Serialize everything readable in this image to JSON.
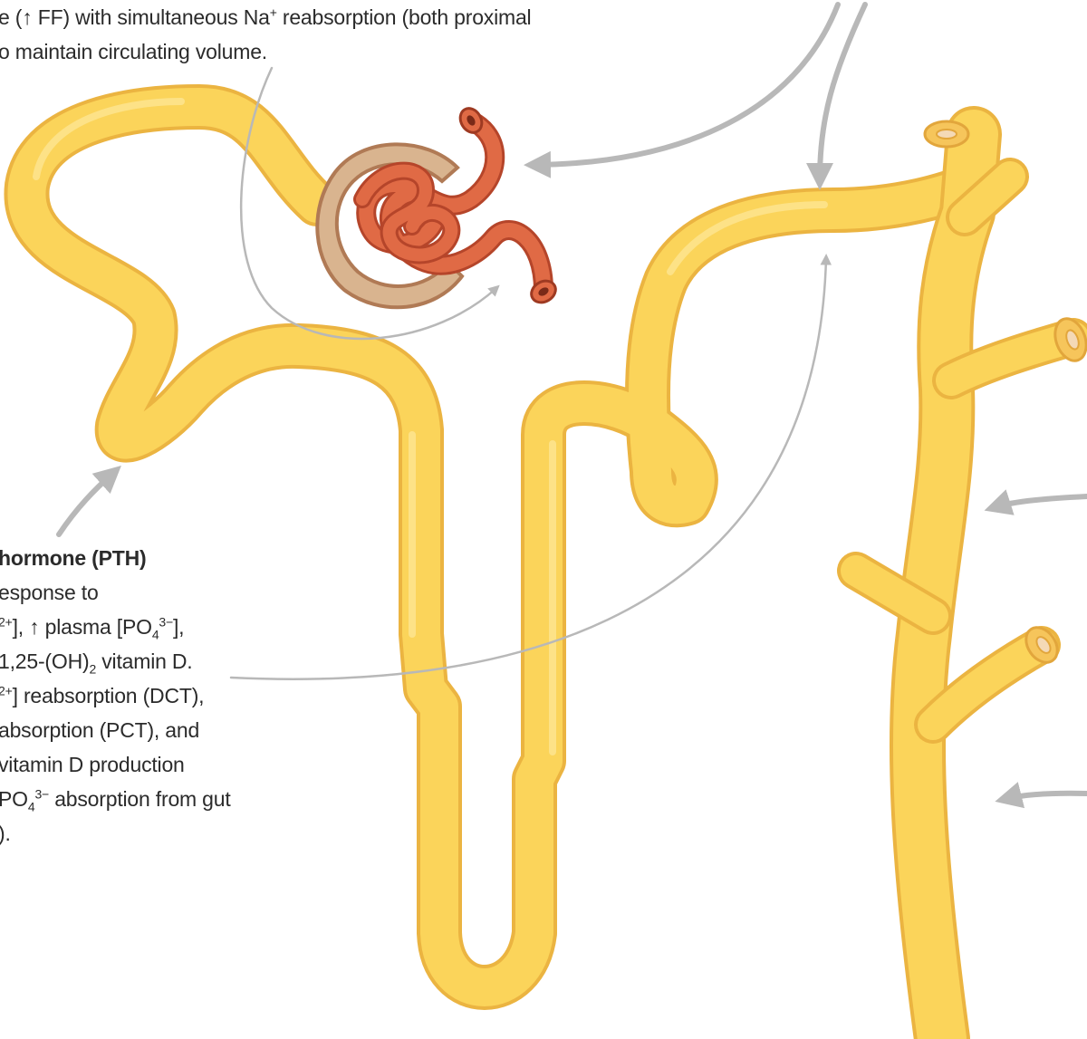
{
  "colors": {
    "tubule_fill": "#fbd45a",
    "tubule_outline": "#ebb441",
    "tubule_highlight": "#fde89a",
    "glomerulus": "#e06a45",
    "glomerulus_dark": "#b5452a",
    "capsule": "#d9b48f",
    "capsule_dark": "#b07a55",
    "arrow": "#b8b8b8",
    "text": "#2b2b2b"
  },
  "top_note": {
    "line1_a": "e (",
    "line1_arrow": "↑",
    "line1_b": " FF) with simultaneous Na",
    "line1_sup": "+",
    "line1_c": " reabsorption (both proximal",
    "line2": "o maintain circulating volume."
  },
  "pth_note": {
    "title": "hormone (PTH)",
    "line1": "esponse to",
    "line2_sup": "2+",
    "line2_a": "], ",
    "line2_arrow": "↑",
    "line2_b": " plasma [PO",
    "line2_sub": "4",
    "line2_sup2": "3−",
    "line2_c": "],",
    "line3_a": "1,25-(OH)",
    "line3_sub": "2",
    "line3_b": " vitamin D.",
    "line4_sup": "2+",
    "line4_a": "] reabsorption (DCT),",
    "line5": "absorption (PCT), and",
    "line6": " vitamin D production",
    "line7_a": "PO",
    "line7_sub": "4",
    "line7_sup": "3−",
    "line7_b": " absorption from gut",
    "line8": ")."
  },
  "icons": {
    "glomerulus": "glomerulus-capillary-tuft-icon",
    "arrows": "curved-pointer-arrow-icon"
  }
}
